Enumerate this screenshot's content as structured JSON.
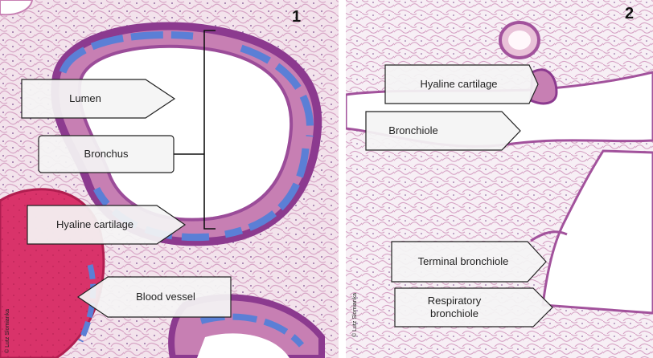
{
  "panels": [
    {
      "number": "1",
      "labels": {
        "lumen": "Lumen",
        "bronchus": "Bronchus",
        "hyaline_cartilage": "Hyaline cartilage",
        "blood_vessel": "Blood vessel"
      },
      "credit": "© Lutz Slomianka"
    },
    {
      "number": "2",
      "labels": {
        "hyaline_cartilage": "Hyaline cartilage",
        "bronchiole": "Bronchiole",
        "terminal_bronchiole": "Terminal bronchiole",
        "respiratory_bronchiole": "Respiratory bronchiole"
      },
      "credit": "© Lutz Slomianka"
    }
  ],
  "colors": {
    "background_tissue": "#f1dce8",
    "alveolar_wall": "#d9a7c9",
    "epithelium": "#8c3a8f",
    "cartilage": "#5b7fd6",
    "blood": "#d9336a",
    "label_fill": "#f4f4f4"
  }
}
